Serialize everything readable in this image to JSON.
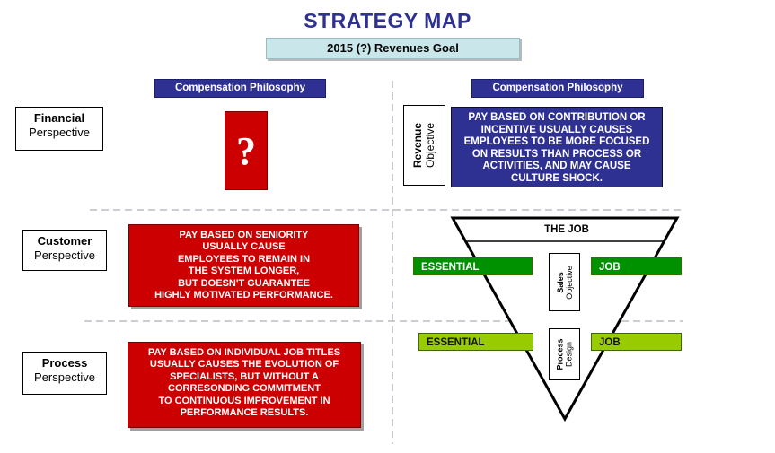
{
  "title": "STRATEGY MAP",
  "goal": "2015 (?) Revenues Goal",
  "compensation_left": "Compensation Philosophy",
  "compensation_right": "Compensation Philosophy",
  "perspectives": {
    "financial": {
      "bold": "Financial",
      "normal": "Perspective"
    },
    "customer": {
      "bold": "Customer",
      "normal": "Perspective"
    },
    "process": {
      "bold": "Process",
      "normal": "Perspective"
    }
  },
  "financial_left_symbol": "?",
  "revenue_objective": {
    "bold": "Revenue",
    "normal": "Objective"
  },
  "financial_right_text": "PAY BASED ON CONTRIBUTION OR\nINCENTIVE USUALLY CAUSES\nEMPLOYEES TO BE MORE FOCUSED\nON RESULTS THAN PROCESS OR\nACTIVITIES, AND MAY CAUSE\nCULTURE SHOCK.",
  "customer_left_text": "PAY BASED ON SENIORITY\nUSUALLY CAUSE\nEMPLOYEES TO REMAIN IN\nTHE SYSTEM LONGER,\nBUT DOESN'T GUARANTEE\nHIGHLY MOTIVATED PERFORMANCE.",
  "process_left_text": "PAY BASED ON INDIVIDUAL JOB TITLES\nUSUALLY CAUSES THE EVOLUTION OF\nSPECIALISTS, BUT WITHOUT A\nCORRESONDING COMMITMENT\nTO CONTINUOUS IMPROVEMENT IN\nPERFORMANCE RESULTS.",
  "triangle": {
    "the_job": "THE JOB",
    "row1": {
      "left": "ESSENTIAL",
      "right": "JOB",
      "center_bold": "Sales",
      "center_normal": "Objective"
    },
    "row2": {
      "left": "ESSENTIAL",
      "right": "JOB",
      "center_bold": "Process",
      "center_normal": "Design"
    }
  },
  "colors": {
    "title": "#2f3192",
    "compensation": "#2f3192",
    "red": "#cc0000",
    "green_dark": "#009100",
    "green_light": "#99cc00",
    "goal_bg": "#c9e6ea"
  }
}
